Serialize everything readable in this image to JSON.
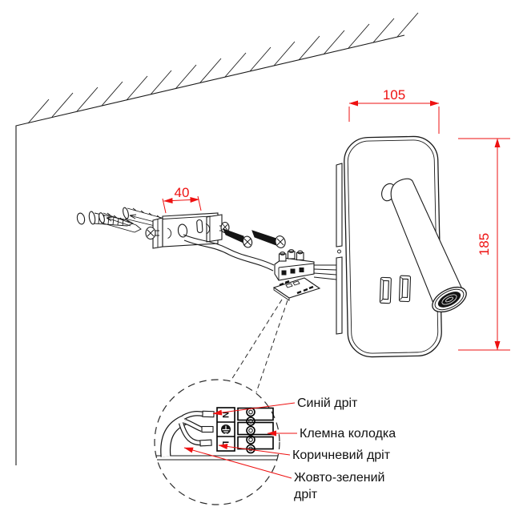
{
  "diagram": {
    "dimensions": {
      "bracket_width": "40",
      "lamp_width": "105",
      "lamp_height": "185"
    },
    "terminal_markings": {
      "neutral": "N",
      "live": "L",
      "earth_symbol": "⏚"
    },
    "callouts": {
      "blue_wire": "Синій дріт",
      "terminal_block": "Клемна колодка",
      "brown_wire": "Коричневий дріт",
      "yellow_green_wire_line1": "Жовто-зелений",
      "yellow_green_wire_line2": "дріт"
    },
    "colors": {
      "dimension_red": "#ee1111",
      "line_black": "#1a1a1a",
      "background": "#ffffff"
    }
  }
}
